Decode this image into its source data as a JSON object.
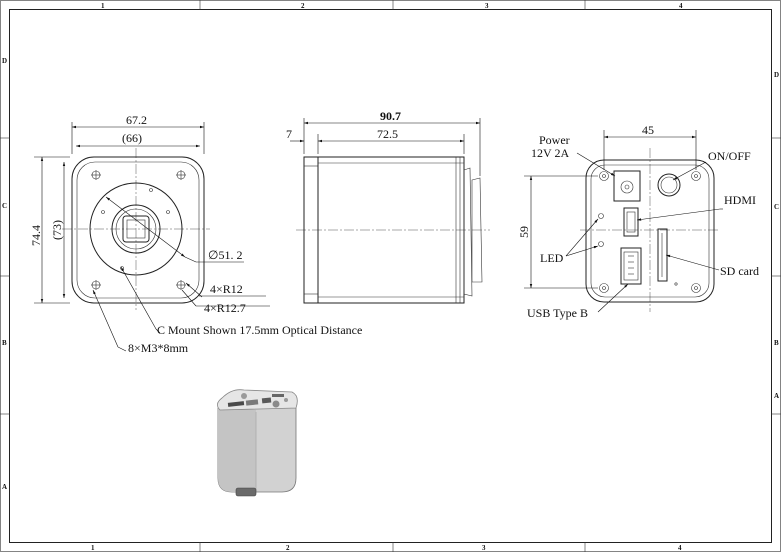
{
  "frame": {
    "columns_top": [
      "1",
      "2",
      "3",
      "4"
    ],
    "columns_bottom": [
      "1",
      "2",
      "3",
      "4"
    ],
    "rows_left": [
      "D",
      "C",
      "B",
      "A"
    ],
    "rows_right": [
      "D",
      "C",
      "B",
      "A"
    ]
  },
  "front_view": {
    "outer_width": "67.2",
    "inner_width": "(66)",
    "outer_height": "74.4",
    "inner_height": "(73)",
    "diameter": "∅51. 2",
    "radius_outer": "4×R12",
    "radius_inner": "4×R12.7",
    "mount_note": "C Mount Shown 17.5mm Optical Distance",
    "screw_note": "8×M3*8mm"
  },
  "side_view": {
    "total_length": "90.7",
    "flange": "7",
    "body_length": "72.5"
  },
  "back_view": {
    "width": "45",
    "height": "59",
    "labels": {
      "power_line1": "Power",
      "power_line2": "12V 2A",
      "switch": "ON/OFF",
      "hdmi": "HDMI",
      "led": "LED",
      "sd": "SD card",
      "usb": "USB Type B"
    }
  }
}
